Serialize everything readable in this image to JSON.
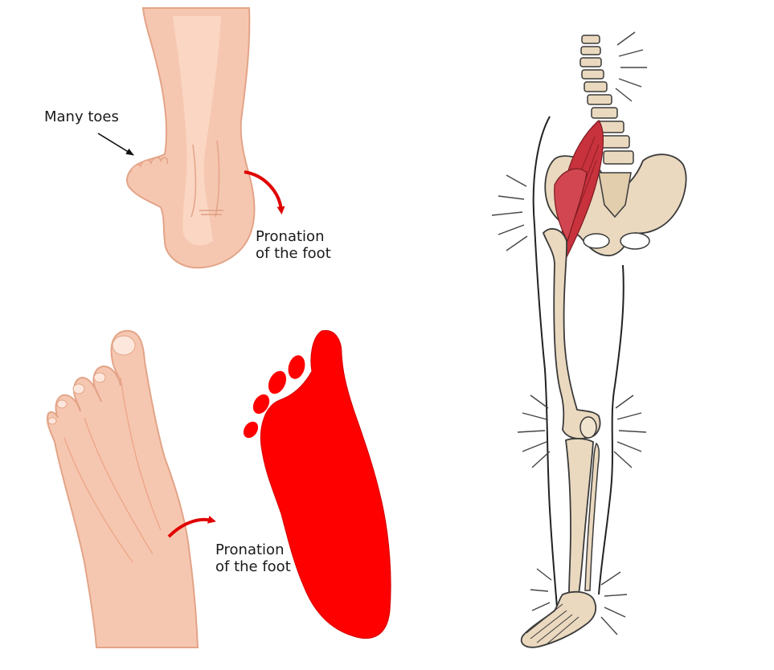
{
  "labels": {
    "many_toes": "Many toes",
    "pronation_rear": [
      "Pronation",
      "of the foot"
    ],
    "pronation_top": [
      "Pronation",
      "of the foot"
    ]
  },
  "colors": {
    "skin": "#f6c7b0",
    "skin_shade": "#eda98c",
    "skin_light": "#fbd9c8",
    "footprint_red": "#ff0000",
    "arrow_red": "#e00000",
    "bone": "#ead9bf",
    "bone_outline": "#3a3a3a",
    "muscle": "#c8323c",
    "outline_dark": "#222222"
  }
}
